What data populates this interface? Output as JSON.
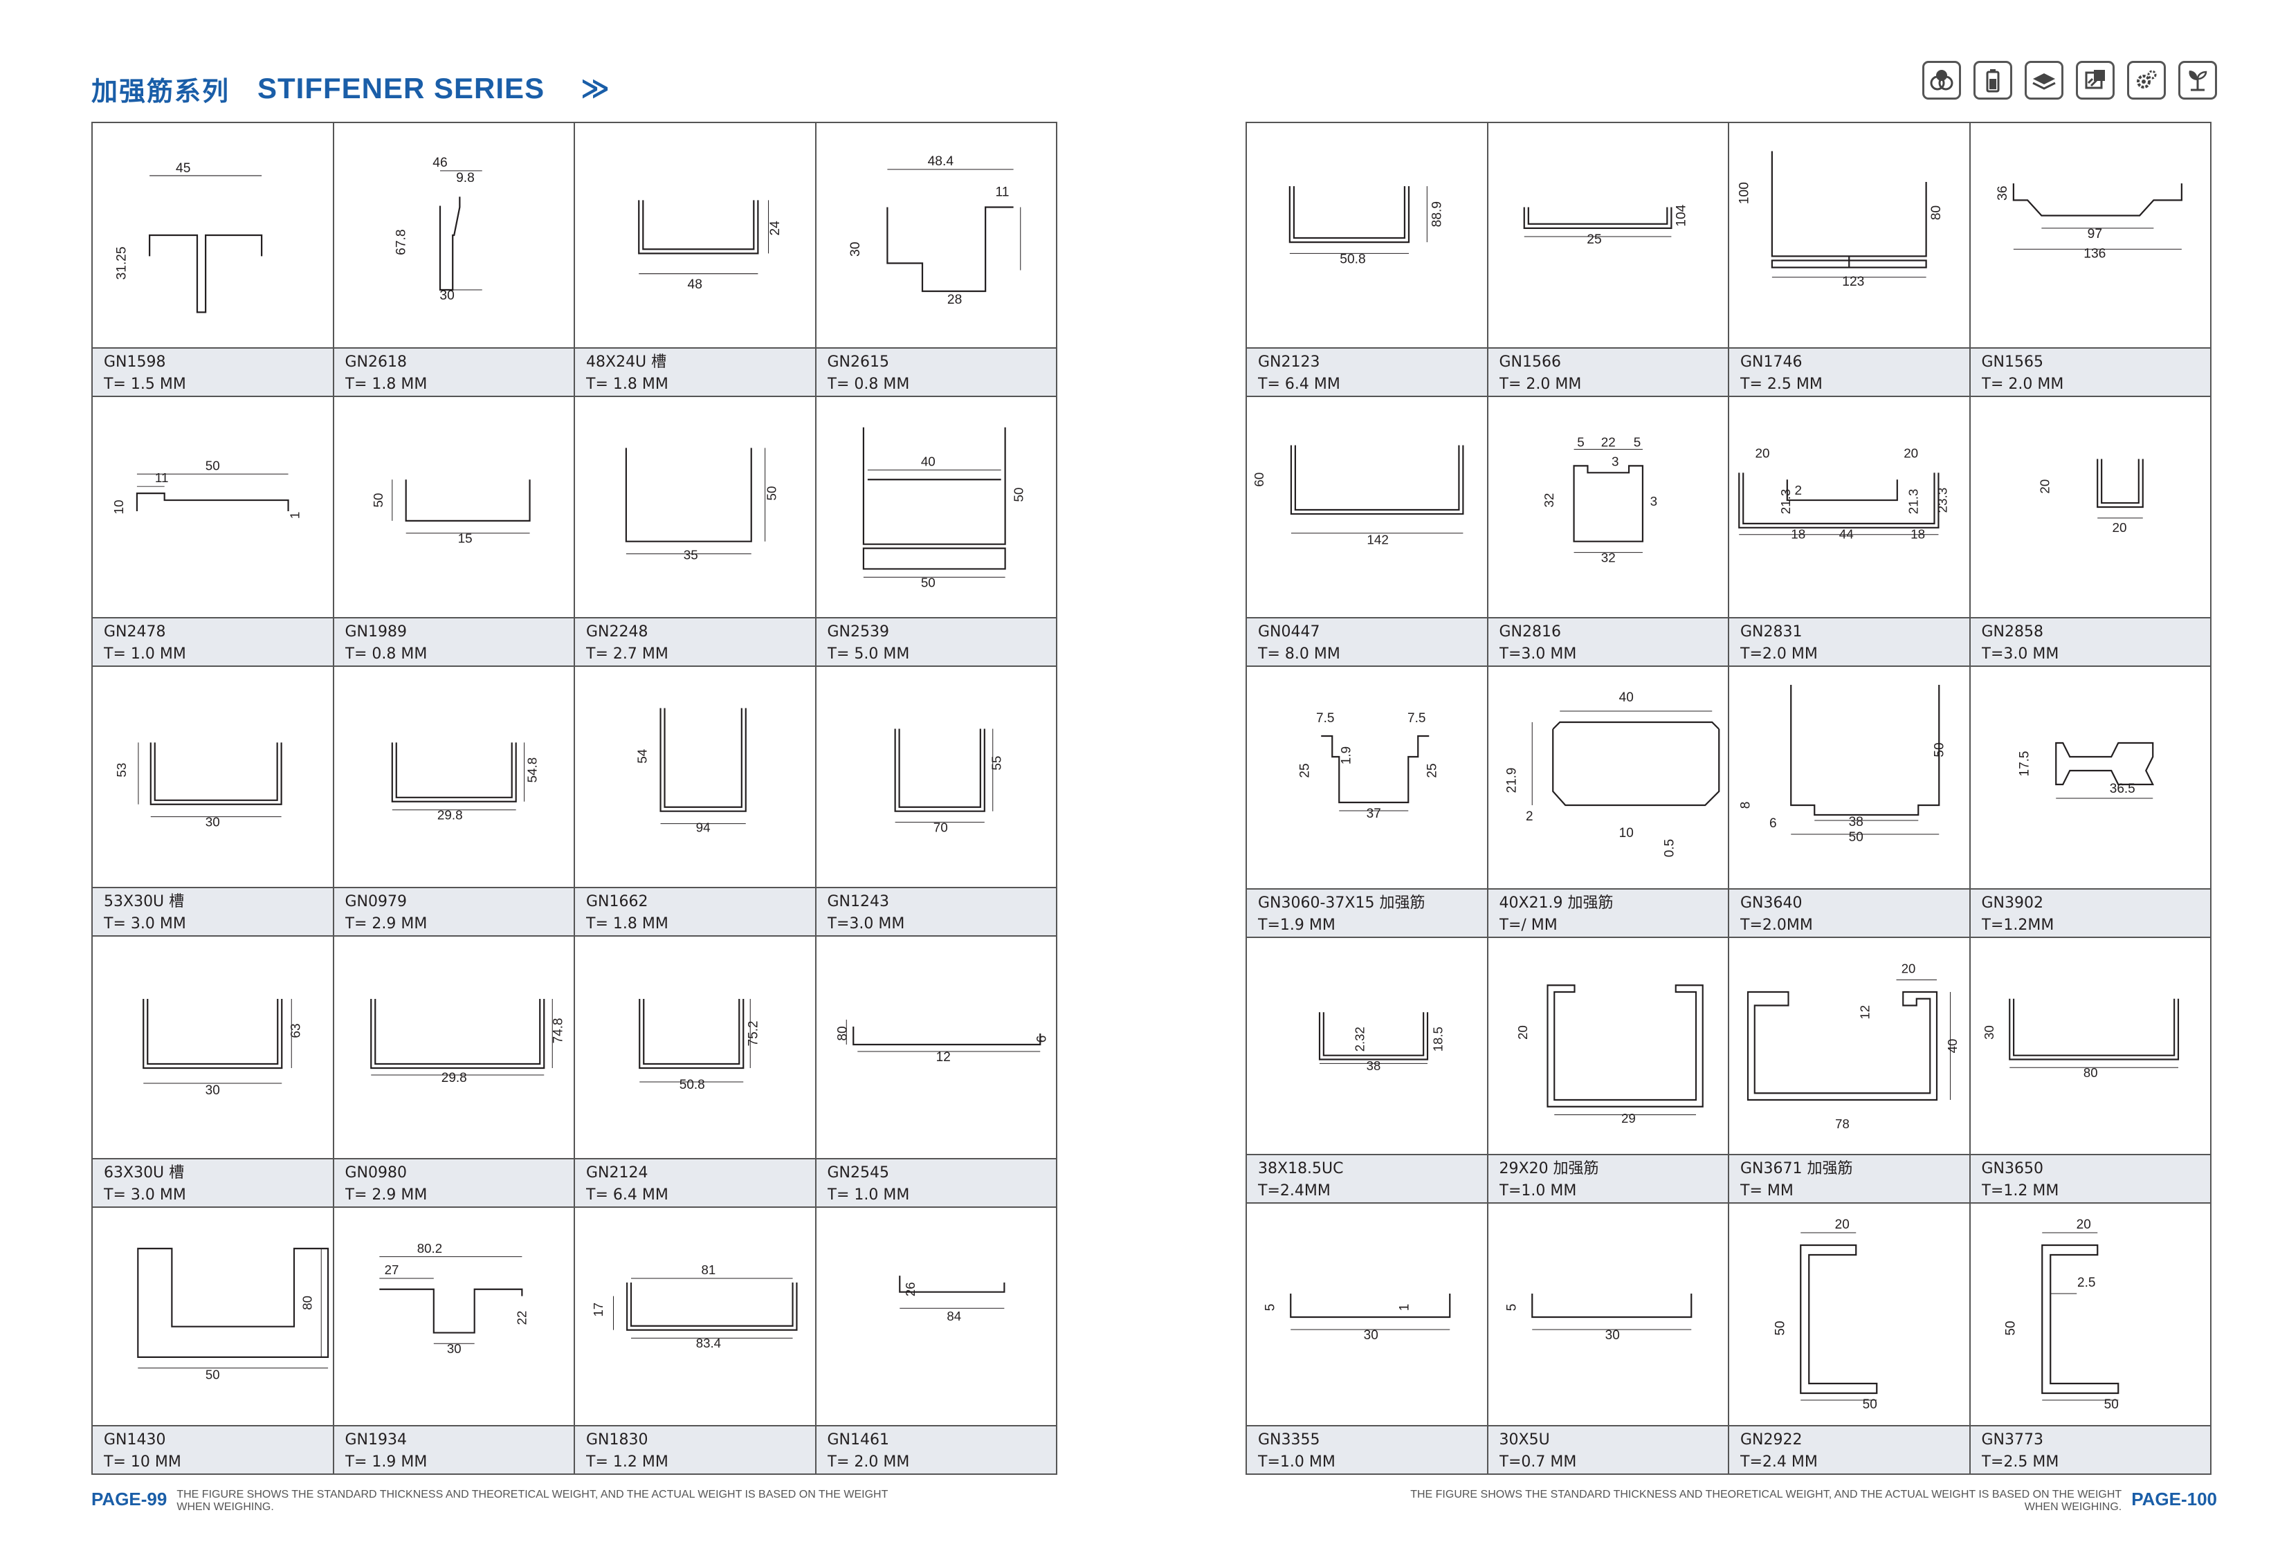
{
  "header": {
    "title_cn": "加强筋系列",
    "title_en": "STIFFENER SERIES",
    "chevron": "≫"
  },
  "icons": [
    "weight-icon",
    "battery-icon",
    "layers-icon",
    "puzzle-icon",
    "gears-icon",
    "eco-icon"
  ],
  "footer": {
    "left_page": "PAGE-99",
    "right_page": "PAGE-100",
    "note": "THE FIGURE SHOWS THE STANDARD THICKNESS AND THEORETICAL WEIGHT, AND THE ACTUAL WEIGHT IS BASED ON THE WEIGHT WHEN WEIGHING."
  },
  "left_products": [
    {
      "code": "GN1598",
      "thickness": "T= 1.5 MM",
      "dims": [
        "45",
        "31.25"
      ]
    },
    {
      "code": "GN2618",
      "thickness": "T=  1.8  MM",
      "dims": [
        "46",
        "9.8",
        "67.8",
        "30"
      ]
    },
    {
      "code": "48X24U 槽",
      "thickness": "T= 1.8 MM",
      "dims": [
        "24",
        "48"
      ]
    },
    {
      "code": "GN2615",
      "thickness": "T= 0.8  MM",
      "dims": [
        "48.4",
        "11",
        "30",
        "28"
      ]
    },
    {
      "code": "GN2478",
      "thickness": "T=  1.0  MM",
      "dims": [
        "50",
        "11",
        "10",
        "1"
      ]
    },
    {
      "code": "GN1989",
      "thickness": "T= 0.8 MM",
      "dims": [
        "15",
        "50"
      ]
    },
    {
      "code": "GN2248",
      "thickness": "T= 2.7  MM",
      "dims": [
        "35",
        "50"
      ]
    },
    {
      "code": "GN2539",
      "thickness": "T= 5.0  MM",
      "dims": [
        "40",
        "50",
        "50"
      ]
    },
    {
      "code": "53X30U 槽",
      "thickness": "T= 3.0 MM",
      "dims": [
        "30",
        "53"
      ]
    },
    {
      "code": "GN0979",
      "thickness": "T= 2.9  MM",
      "dims": [
        "29.8",
        "54.8"
      ]
    },
    {
      "code": "GN1662",
      "thickness": "T= 1.8 MM",
      "dims": [
        "94",
        "54"
      ]
    },
    {
      "code": "GN1243",
      "thickness": "T=3.0 MM",
      "dims": [
        "70",
        "55"
      ]
    },
    {
      "code": "63X30U 槽",
      "thickness": "T= 3.0 MM",
      "dims": [
        "30",
        "63"
      ]
    },
    {
      "code": "GN0980",
      "thickness": "T= 2.9 MM",
      "dims": [
        "29.8",
        "74.8"
      ]
    },
    {
      "code": "GN2124",
      "thickness": "T= 6.4 MM",
      "dims": [
        "50.8",
        "75.2"
      ]
    },
    {
      "code": "GN2545",
      "thickness": "T= 1.0  MM",
      "dims": [
        "12",
        "80",
        "6"
      ]
    },
    {
      "code": "GN1430",
      "thickness": "T= 10 MM",
      "dims": [
        "50",
        "80"
      ]
    },
    {
      "code": "GN1934",
      "thickness": "T= 1.9  MM",
      "dims": [
        "80.2",
        "27",
        "22",
        "30"
      ]
    },
    {
      "code": " GN1830",
      "thickness": "T= 1.2 MM",
      "dims": [
        "81",
        "17",
        "83.4"
      ]
    },
    {
      "code": "GN1461",
      "thickness": "T= 2.0  MM",
      "dims": [
        "26",
        "84"
      ]
    }
  ],
  "right_products": [
    {
      "code": "GN2123",
      "thickness": "T= 6.4  MM",
      "dims": [
        "50.8",
        "88.9"
      ]
    },
    {
      "code": "GN1566",
      "thickness": "T= 2.0 MM",
      "dims": [
        "25",
        "104"
      ]
    },
    {
      "code": "GN1746",
      "thickness": "T= 2.5 MM",
      "dims": [
        "100",
        "80",
        "123"
      ]
    },
    {
      "code": "GN1565",
      "thickness": "T= 2.0  MM",
      "dims": [
        "36",
        "97",
        "136"
      ]
    },
    {
      "code": "GN0447",
      "thickness": "T= 8.0  MM",
      "dims": [
        "60",
        "142"
      ]
    },
    {
      "code": "GN2816",
      "thickness": "T=3.0 MM",
      "dims": [
        "5",
        "22",
        "5",
        "3",
        "32",
        "3",
        "32"
      ]
    },
    {
      "code": "GN2831",
      "thickness": "T=2.0 MM",
      "dims": [
        "20",
        "20",
        "2",
        "21.3",
        "21.3",
        "23.3",
        "18",
        "44",
        "18"
      ]
    },
    {
      "code": "GN2858",
      "thickness": "T=3.0 MM",
      "dims": [
        "20",
        "20"
      ]
    },
    {
      "code": "GN3060-37X15 加强筋",
      "thickness": "T=1.9 MM",
      "dims": [
        "7.5",
        "7.5",
        "1.9",
        "25",
        "25",
        "37"
      ]
    },
    {
      "code": "40X21.9 加强筋",
      "thickness": "T=/ MM",
      "dims": [
        "40",
        "21.9",
        "2",
        "10",
        "0.5"
      ]
    },
    {
      "code": "GN3640",
      "thickness": "T=2.0MM",
      "dims": [
        "50",
        "8",
        "6",
        "38",
        "50"
      ]
    },
    {
      "code": "GN3902",
      "thickness": "T=1.2MM",
      "dims": [
        "17.5",
        "36.5"
      ]
    },
    {
      "code": "38X18.5UC",
      "thickness": "T=2.4MM",
      "dims": [
        "2.32",
        "18.5",
        "38"
      ]
    },
    {
      "code": "29X20 加强筋",
      "thickness": "T=1.0 MM",
      "dims": [
        "20",
        "29"
      ]
    },
    {
      "code": "GN3671 加强筋",
      "thickness": "T= MM",
      "dims": [
        "20",
        "12",
        "40",
        "78"
      ]
    },
    {
      "code": "GN3650",
      "thickness": "T=1.2 MM",
      "dims": [
        "30",
        "80"
      ]
    },
    {
      "code": "GN3355",
      "thickness": "T=1.0 MM",
      "dims": [
        "5",
        "1",
        "30"
      ]
    },
    {
      "code": "30X5U",
      "thickness": "T=0.7 MM",
      "dims": [
        "5",
        "30"
      ]
    },
    {
      "code": "GN2922",
      "thickness": "T=2.4 MM",
      "dims": [
        "20",
        "50",
        "50"
      ]
    },
    {
      "code": "GN3773",
      "thickness": "T=2.5 MM",
      "dims": [
        "20",
        "2.5",
        "50",
        "50"
      ]
    }
  ]
}
